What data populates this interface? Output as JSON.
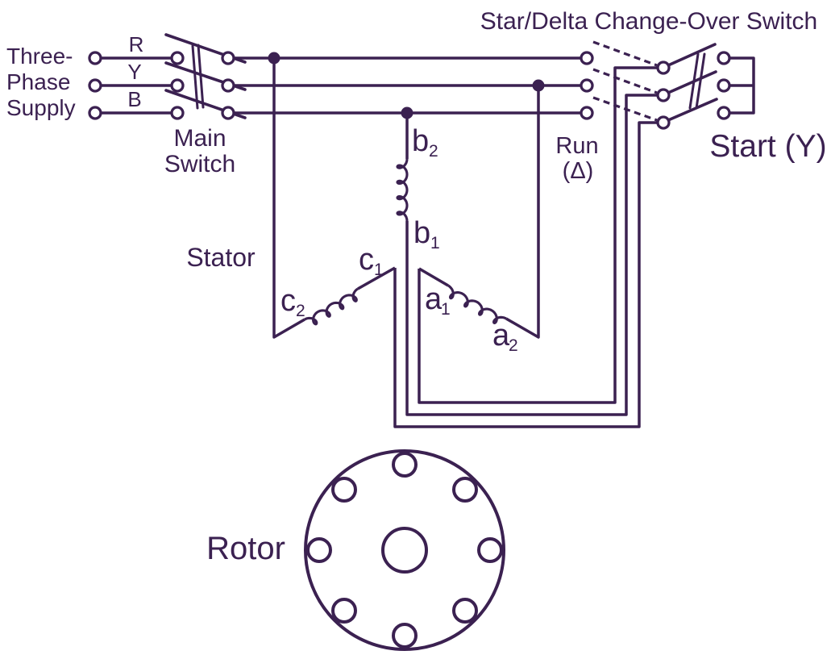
{
  "colors": {
    "ink": "#3b2151",
    "background": "#ffffff"
  },
  "supply": {
    "label_lines": [
      "Three-",
      "Phase",
      "Supply"
    ],
    "phases": [
      "R",
      "Y",
      "B"
    ]
  },
  "main_switch": {
    "label_lines": [
      "Main",
      "Switch"
    ]
  },
  "changeover": {
    "title": "Star/Delta Change-Over Switch",
    "run_label": "Run",
    "run_symbol": "(Δ)",
    "start_label": "Start (Y)"
  },
  "stator": {
    "label": "Stator",
    "windings": {
      "b2": [
        "b",
        "2"
      ],
      "b1": [
        "b",
        "1"
      ],
      "c1": [
        "c",
        "1"
      ],
      "c2": [
        "c",
        "2"
      ],
      "a1": [
        "a",
        "1"
      ],
      "a2": [
        "a",
        "2"
      ]
    }
  },
  "rotor": {
    "label": "Rotor"
  }
}
